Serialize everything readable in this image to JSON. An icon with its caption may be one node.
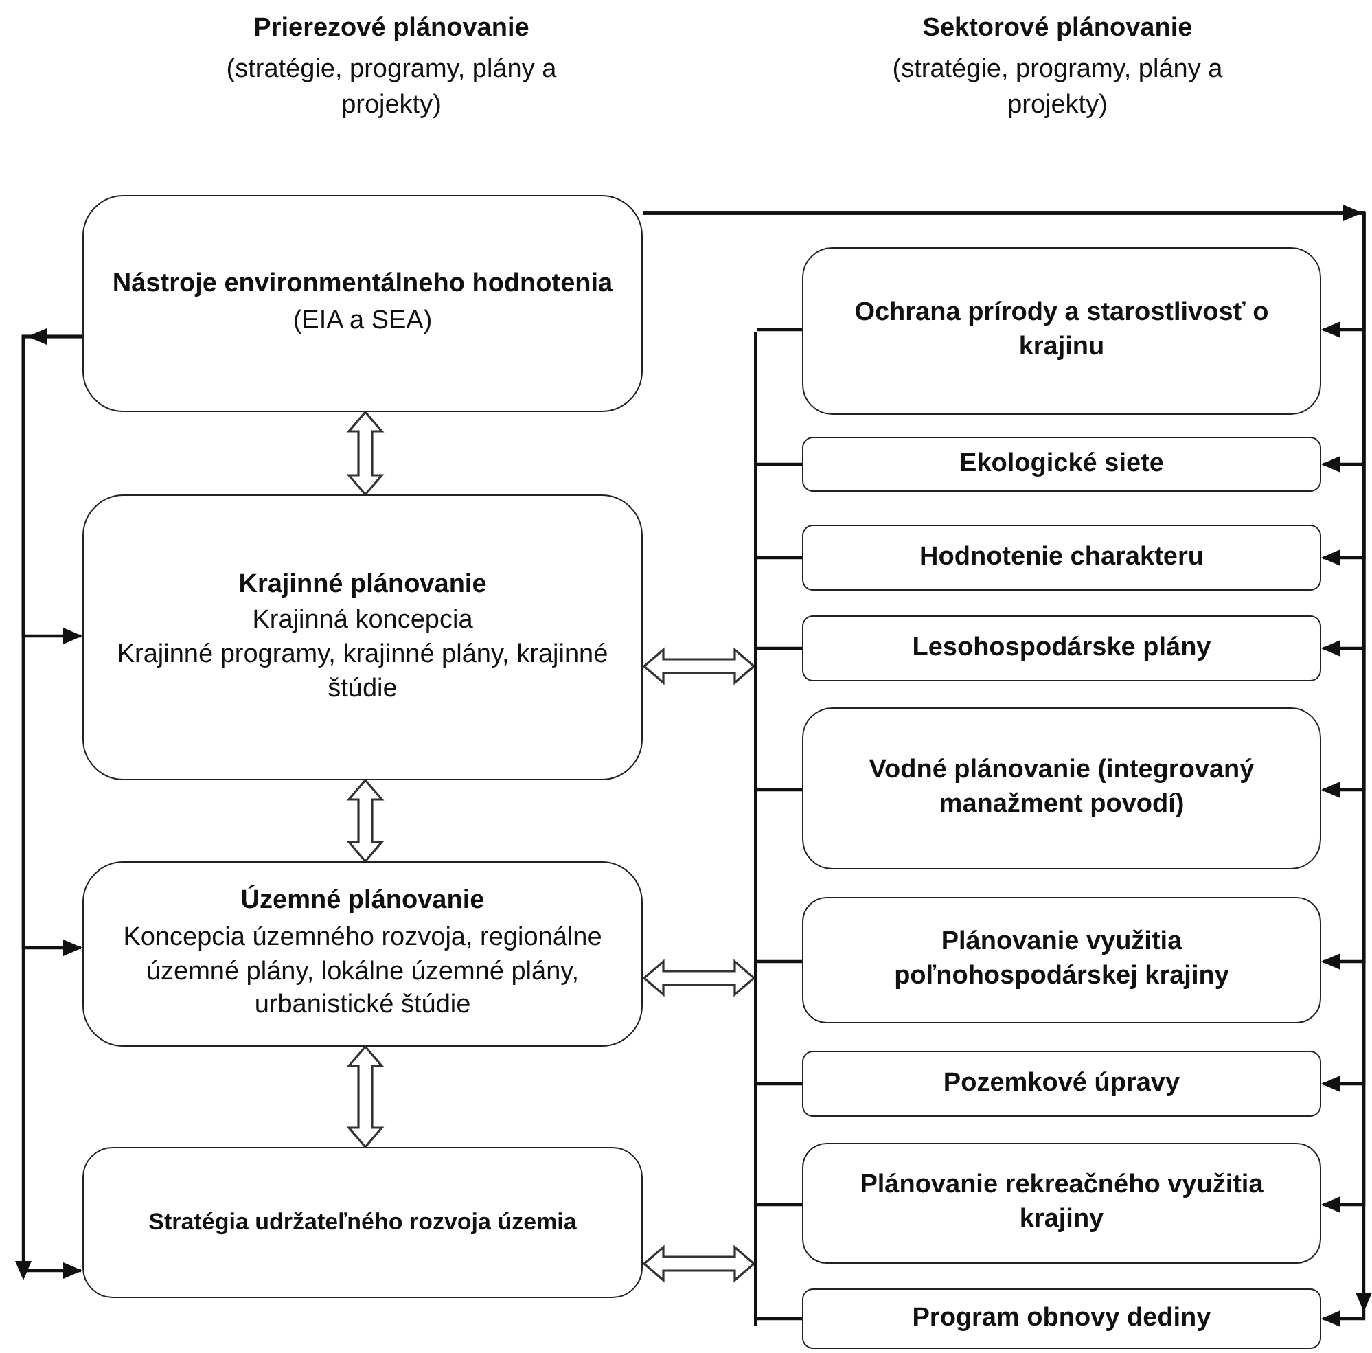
{
  "diagram": {
    "nodes": [
      {
        "text": [
          "Nástroje environmentálneho hodnotenia",
          "(EIA a SEA)"
        ]
      },
      {
        "text": [
          "Krajinné plánovanie",
          "Krajinná koncepcia",
          "Krajinné programy, krajinné plány, krajinné štúdie"
        ]
      },
      {
        "text": [
          "Územné plánovanie",
          "Koncepcia územného rozvoja, regionálne územné plány, lokálne územné plány, urbanistické štúdie"
        ]
      },
      {
        "text": [
          "Stratégia udržateľného rozvoja územia"
        ]
      },
      {
        "text": [
          "Ochrana prírody a starostlivosť o krajinu"
        ]
      },
      {
        "text": [
          "Ekologické siete"
        ]
      },
      {
        "text": [
          "Hodnotenie charakteru"
        ]
      },
      {
        "text": [
          "Lesohospodárske plány"
        ]
      },
      {
        "text": [
          "Vodné plánovanie (integrovaný manažment povodí)"
        ]
      },
      {
        "text": [
          "Plánovanie využitia poľnohospodárskej krajiny"
        ]
      },
      {
        "text": [
          "Pozemkové úpravy"
        ]
      },
      {
        "text": [
          "Plánovanie rekreačného využitia krajiny"
        ]
      },
      {
        "text": [
          "Program obnovy dediny"
        ]
      },
      {
        "text": [],
        "shape": "bar"
      }
    ],
    "edges": [
      {
        "from": 0,
        "to": 1,
        "arrow": "both",
        "style": "thick"
      },
      {
        "from": 1,
        "to": 2,
        "arrow": "both",
        "style": "thick"
      },
      {
        "from": 2,
        "to": 3,
        "arrow": "both",
        "style": "thick"
      },
      {
        "from": 1,
        "to": 13,
        "arrow": "both",
        "style": "thick"
      },
      {
        "from": 2,
        "to": 13,
        "arrow": "both",
        "style": "thick"
      },
      {
        "from": 3,
        "to": 13,
        "arrow": "both",
        "style": "thick"
      },
      {
        "from": 0,
        "to": 1,
        "arrow": "to"
      },
      {
        "from": 0,
        "to": 2,
        "arrow": "to"
      },
      {
        "from": 0,
        "to": 3,
        "arrow": "to"
      },
      {
        "from": 0,
        "to": 4,
        "arrow": "to"
      },
      {
        "from": 0,
        "to": 5,
        "arrow": "to"
      },
      {
        "from": 0,
        "to": 6,
        "arrow": "to"
      },
      {
        "from": 0,
        "to": 7,
        "arrow": "to"
      },
      {
        "from": 0,
        "to": 8,
        "arrow": "to"
      },
      {
        "from": 0,
        "to": 9,
        "arrow": "to"
      },
      {
        "from": 0,
        "to": 10,
        "arrow": "to"
      },
      {
        "from": 0,
        "to": 11,
        "arrow": "to"
      },
      {
        "from": 0,
        "to": 12,
        "arrow": "to"
      },
      {
        "from": 13,
        "to": 4,
        "arrow": "none"
      },
      {
        "from": 13,
        "to": 5,
        "arrow": "none"
      },
      {
        "from": 13,
        "to": 6,
        "arrow": "none"
      },
      {
        "from": 13,
        "to": 7,
        "arrow": "none"
      },
      {
        "from": 13,
        "to": 8,
        "arrow": "none"
      },
      {
        "from": 13,
        "to": 9,
        "arrow": "none"
      },
      {
        "from": 13,
        "to": 10,
        "arrow": "none"
      },
      {
        "from": 13,
        "to": 11,
        "arrow": "none"
      },
      {
        "from": 13,
        "to": 12,
        "arrow": "none"
      }
    ],
    "labels": [
      "Prierezové plánovanie",
      "(stratégie, programy, plány a projekty)",
      "Sektorové plánovanie",
      "(stratégie, programy, plány a projekty)"
    ]
  }
}
